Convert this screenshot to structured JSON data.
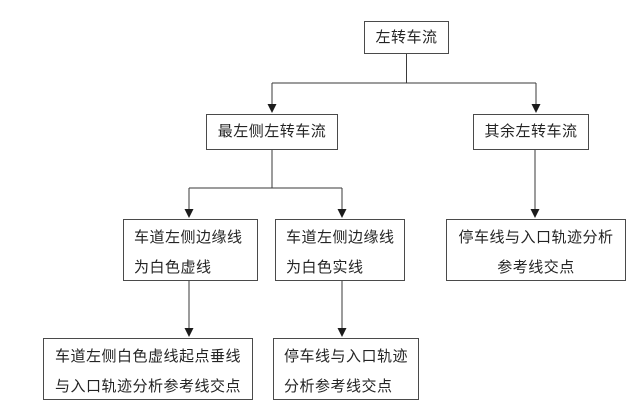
{
  "flowchart": {
    "background_color": "#ffffff",
    "box_border_color": "#4a4a4a",
    "connector_color": "#3a3a3a",
    "text_color": "#242424",
    "nodes": {
      "root": {
        "lines": [
          "左转车流"
        ]
      },
      "leftmost_flow": {
        "lines": [
          "最左侧左转车流"
        ]
      },
      "other_flows": {
        "lines": [
          "其余左转车流"
        ]
      },
      "dashed_edge": {
        "lines": [
          "车道左侧边缘线",
          "为白色虚线"
        ]
      },
      "solid_edge": {
        "lines": [
          "车道左侧边缘线",
          "为白色实线"
        ]
      },
      "stop_line_right": {
        "lines": [
          "停车线与入口轨迹分析",
          "参考线交点"
        ]
      },
      "dashed_start_point": {
        "lines": [
          "车道左侧白色虚线起点垂线",
          "与入口轨迹分析参考线交点"
        ]
      },
      "stop_line_mid": {
        "lines": [
          "停车线与入口轨迹",
          "分析参考线交点"
        ]
      }
    }
  }
}
